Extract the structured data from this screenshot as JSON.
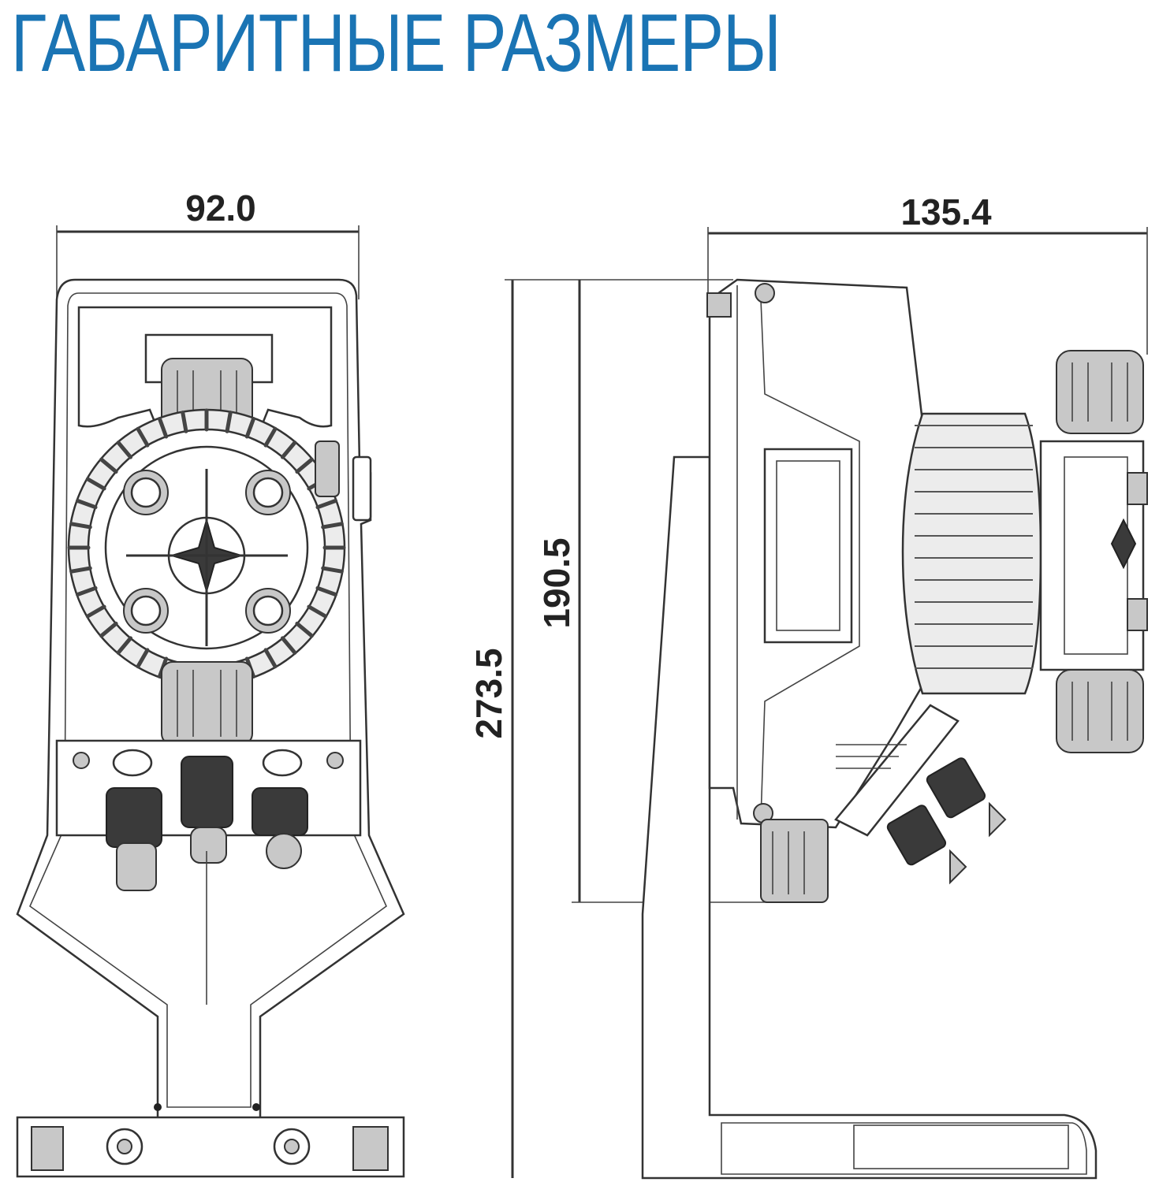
{
  "title": "ГАБАРИТНЫЕ РАЗМЕРЫ",
  "colors": {
    "title": "#1a74b4",
    "line": "#333333",
    "fill_gray": "#c8c8c8"
  },
  "dimensions": {
    "front_width": "92.0",
    "side_depth": "135.4",
    "total_height": "273.5",
    "body_height": "190.5"
  }
}
